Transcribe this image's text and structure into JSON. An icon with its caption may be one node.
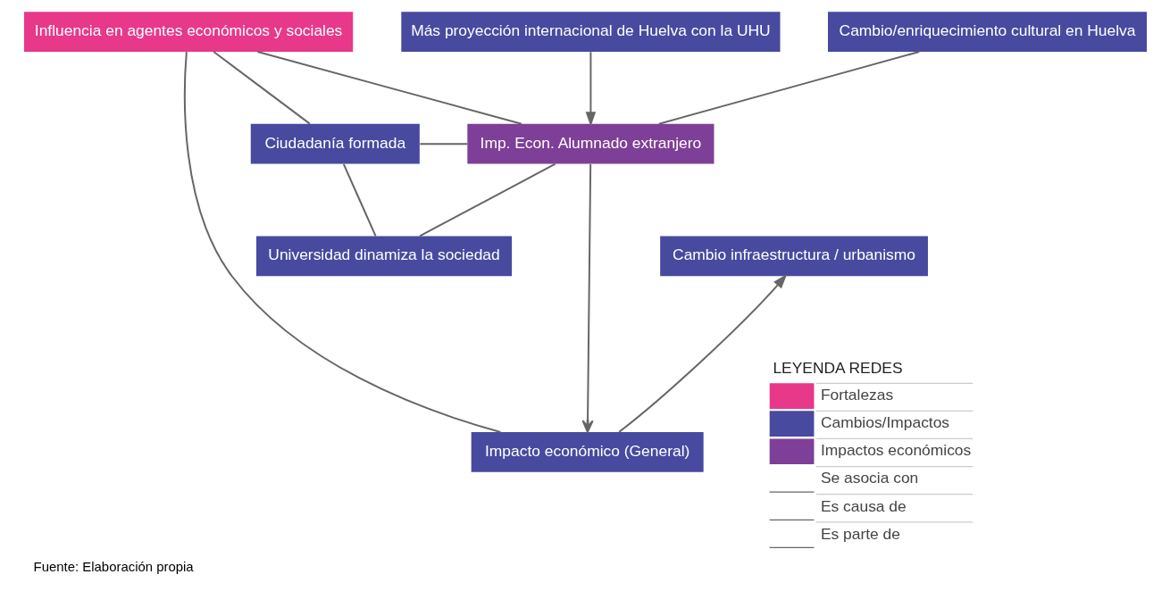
{
  "diagram": {
    "caption": "Fuente: Elaboración propia",
    "nodes": [
      {
        "text": [
          "Influencia en agentes económicos y sociales"
        ]
      },
      {
        "text": [
          "Más proyección internacional de Huelva con la UHU"
        ]
      },
      {
        "text": [
          "Cambio/enriquecimiento cultural en Huelva"
        ]
      },
      {
        "text": [
          "Ciudadanía formada"
        ]
      },
      {
        "text": [
          "Imp. Econ. Alumnado extranjero"
        ]
      },
      {
        "text": [
          "Cambio infraestructura / urbanismo"
        ]
      },
      {
        "text": [
          "Universidad dinamiza la sociedad"
        ]
      },
      {
        "text": [
          "Impacto económico (General)"
        ]
      }
    ],
    "edges": [
      {
        "from": 0,
        "to": 3,
        "arrow": "none"
      },
      {
        "from": 0,
        "to": 4,
        "arrow": "none"
      },
      {
        "from": 0,
        "to": 7,
        "arrow": "none"
      },
      {
        "from": 1,
        "to": 4,
        "arrow": "to"
      },
      {
        "from": 2,
        "to": 4,
        "arrow": "none"
      },
      {
        "from": 3,
        "to": 4,
        "arrow": "none"
      },
      {
        "from": 3,
        "to": 6,
        "arrow": "none"
      },
      {
        "from": 4,
        "to": 6,
        "arrow": "none"
      },
      {
        "from": 4,
        "to": 7,
        "arrow": "to"
      },
      {
        "from": 7,
        "to": 5,
        "arrow": "to"
      }
    ],
    "labels": [
      "LEYENDA REDES"
    ],
    "legend": [
      {
        "text": "Fortalezas",
        "color": "#e8388a"
      },
      {
        "text": "Cambios/Impactos",
        "color": "#474a9f"
      },
      {
        "text": "Impactos económicos",
        "color": "#7e3f98"
      },
      {
        "text": "Se asocia con"
      },
      {
        "text": "Es causa de"
      },
      {
        "text": "Es parte de"
      }
    ]
  }
}
